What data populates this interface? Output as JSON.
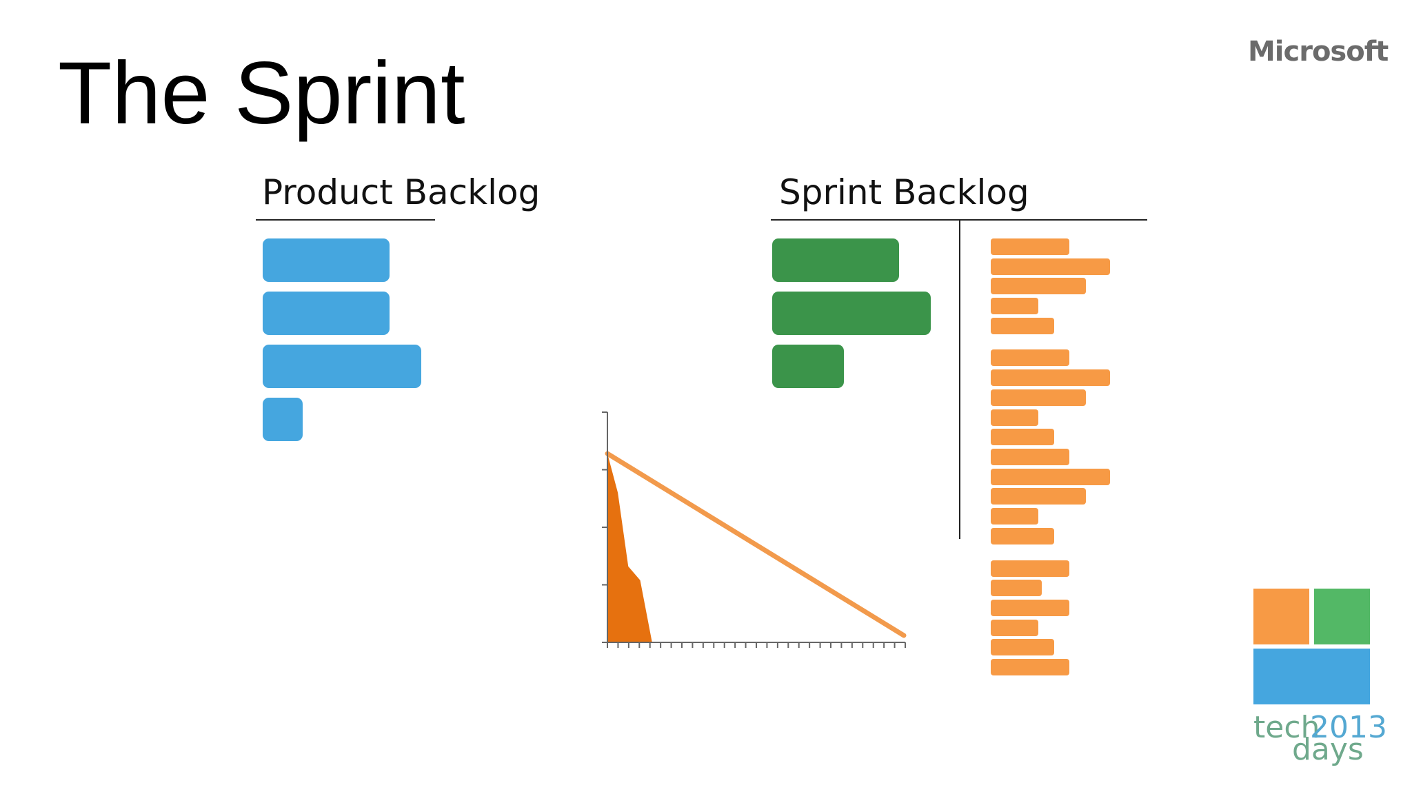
{
  "slide": {
    "title": "The Sprint"
  },
  "brand": {
    "name": "Microsoft",
    "color": "#6b6b6b"
  },
  "product_backlog": {
    "heading": "Product Backlog",
    "item_color": "#45a6df",
    "items": [
      {
        "relative_size": 0.8
      },
      {
        "relative_size": 0.8
      },
      {
        "relative_size": 1.0
      },
      {
        "relative_size": 0.25
      }
    ]
  },
  "sprint_backlog": {
    "heading": "Sprint Backlog",
    "story_color": "#3b944a",
    "task_color": "#f79a45",
    "stories": [
      {
        "relative_size": 0.8
      },
      {
        "relative_size": 1.0
      },
      {
        "relative_size": 0.45
      }
    ],
    "task_groups": [
      [
        0.66,
        1.0,
        0.8,
        0.4,
        0.53
      ],
      [
        0.66,
        1.0,
        0.8,
        0.4,
        0.53,
        0.66,
        1.0,
        0.8,
        0.4,
        0.53
      ],
      [
        0.66,
        0.43,
        0.66,
        0.4,
        0.53,
        0.66
      ]
    ]
  },
  "burndown": {
    "ideal_line_color": "#f29a4c",
    "actual_area_color": "#e6710f",
    "axis_color": "#666666",
    "y_ticks": 4,
    "x_ticks": 28,
    "ideal": {
      "start": 0.82,
      "end": 0.03
    },
    "actual_fraction_of_time": [
      0.0,
      0.035,
      0.07,
      0.11,
      0.15
    ],
    "actual_values": [
      0.82,
      0.65,
      0.33,
      0.27,
      0.0
    ]
  },
  "logo": {
    "text_left": "tech",
    "text_right": "2013",
    "text_bottom": "days",
    "orange": "#f79a45",
    "green": "#53b866",
    "blue": "#45a6df",
    "text_color_left": "#6fa98c",
    "text_color_right": "#54a8d2"
  }
}
